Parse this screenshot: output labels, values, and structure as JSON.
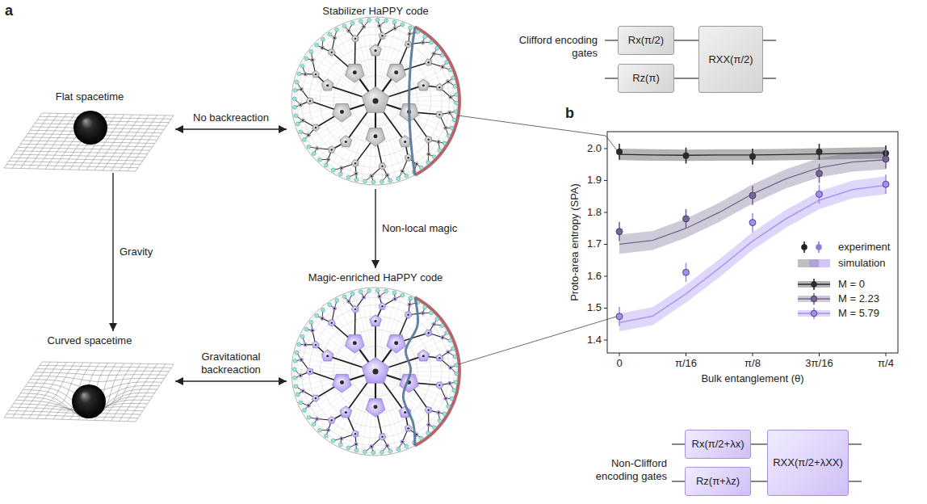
{
  "diagram": {
    "nodes": [
      {
        "text": [
          "Flat spacetime"
        ]
      },
      {
        "text": [
          "Stabilizer HaPPY code"
        ]
      },
      {
        "text": [
          "Curved spacetime"
        ]
      },
      {
        "text": [
          "Magic-enriched HaPPY code"
        ]
      },
      {
        "text": [
          "Rx(π/2)"
        ]
      },
      {
        "text": [
          "Rz(π)"
        ]
      },
      {
        "text": [
          "RXX(π/2)"
        ]
      },
      {
        "text": [
          "Rx(π/2+λx)"
        ]
      },
      {
        "text": [
          "Rz(π+λz)"
        ]
      },
      {
        "text": [
          "RXX(π/2+λXX)"
        ]
      }
    ],
    "edges": [
      {
        "from": 0,
        "to": 1,
        "arrow": "both",
        "label": "No backreaction"
      },
      {
        "from": 0,
        "to": 2,
        "arrow": "to",
        "label": "Gravity"
      },
      {
        "from": 1,
        "to": 3,
        "arrow": "to",
        "label": "Non-local magic"
      },
      {
        "from": 2,
        "to": 3,
        "arrow": "both",
        "label": "Gravitational backreaction"
      },
      {
        "from": 4,
        "to": 6,
        "arrow": "none"
      },
      {
        "from": 5,
        "to": 6,
        "arrow": "none"
      },
      {
        "from": 7,
        "to": 9,
        "arrow": "none"
      },
      {
        "from": 8,
        "to": 9,
        "arrow": "none"
      }
    ],
    "labels": [
      "a",
      "b",
      "Clifford encoding gates",
      "Non-Clifford encoding gates",
      "2.0",
      "1.9",
      "1.8",
      "1.7",
      "1.6",
      "1.5",
      "1.4",
      "0",
      "π/16",
      "π/8",
      "3π/16",
      "π/4",
      "Proto-area entropy (SPA)",
      "Bulk entanglement (θ)"
    ],
    "legend": [
      {
        "text": "experiment"
      },
      {
        "text": "simulation"
      },
      {
        "text": "M = 0",
        "color": "#2b2b2b"
      },
      {
        "text": "M = 2.23",
        "color": "#75678f"
      },
      {
        "text": "M = 5.79",
        "color": "#a48cf0"
      }
    ]
  }
}
